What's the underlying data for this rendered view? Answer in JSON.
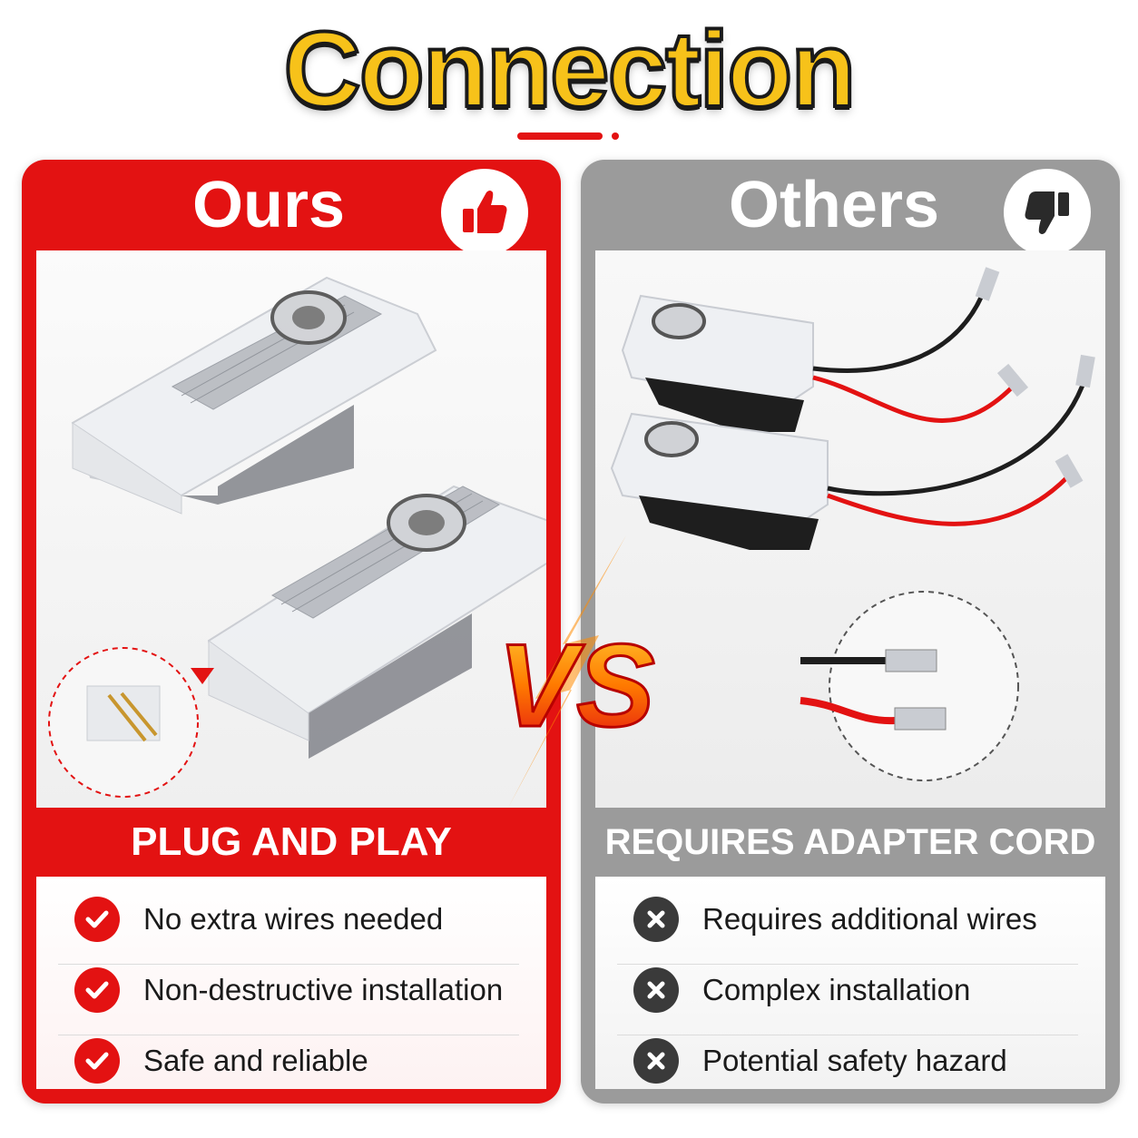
{
  "title": "Connection",
  "colors": {
    "accent_red": "#e31212",
    "others_gray": "#9b9b9b",
    "title_yellow": "#f7c21a"
  },
  "ours": {
    "label": "Ours",
    "badge_icon": "thumbs-up-icon",
    "band": "PLUG AND PLAY",
    "items": [
      {
        "icon": "check-icon",
        "text": "No extra wires needed"
      },
      {
        "icon": "check-icon",
        "text": "Non-destructive installation"
      },
      {
        "icon": "check-icon",
        "text": "Safe and reliable"
      }
    ]
  },
  "others": {
    "label": "Others",
    "badge_icon": "thumbs-down-icon",
    "band": "REQUIRES ADAPTER CORD",
    "items": [
      {
        "icon": "x-icon",
        "text": "Requires additional wires"
      },
      {
        "icon": "x-icon",
        "text": "Complex installation"
      },
      {
        "icon": "x-icon",
        "text": "Potential safety hazard"
      }
    ]
  },
  "vs": "VS"
}
